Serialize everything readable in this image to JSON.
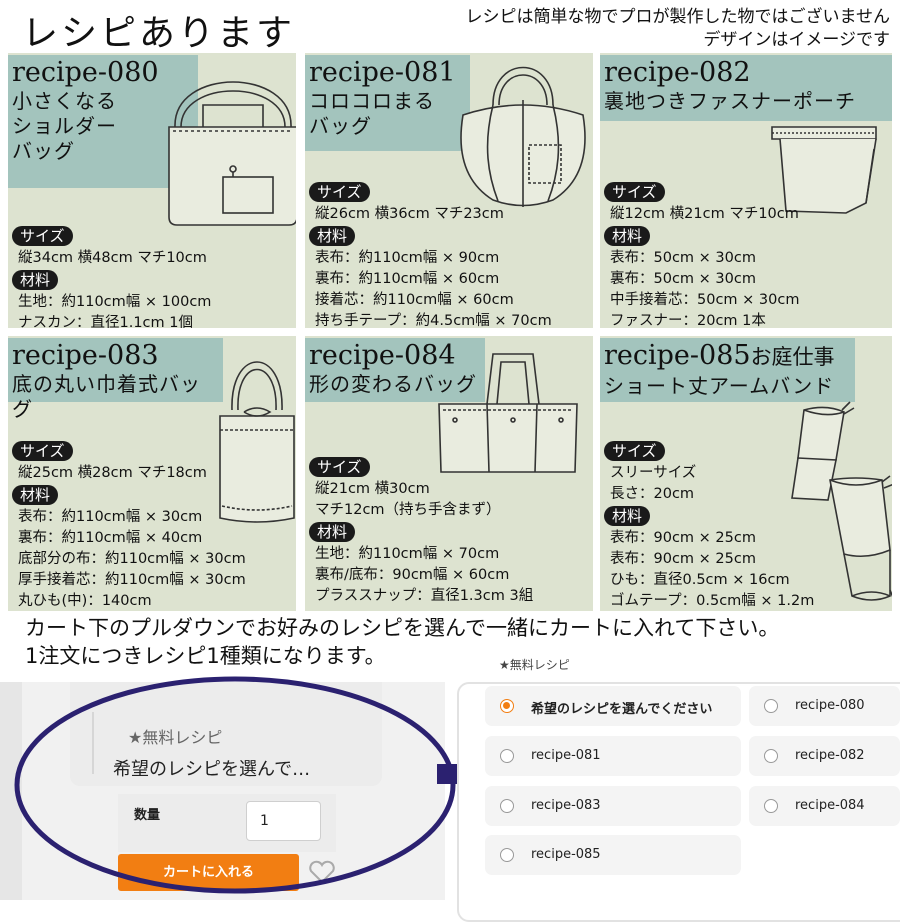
{
  "header": {
    "title": "レシピあります",
    "note_line1": "レシピは簡単な物でプロが製作した物ではございません",
    "note_line2": "デザインはイメージです"
  },
  "recipes": [
    {
      "code": "recipe-080",
      "name_lines": [
        "小さくなる",
        "ショルダー",
        "バッグ"
      ],
      "size_label": "サイズ",
      "size_lines": [
        "縦34cm 横48cm マチ10cm"
      ],
      "material_label": "材料",
      "material_lines": [
        "生地：約110cm幅 × 100cm",
        "ナスカン：直径1.1cm 1個"
      ]
    },
    {
      "code": "recipe-081",
      "name_lines": [
        "コロコロまる",
        "バッグ"
      ],
      "size_label": "サイズ",
      "size_lines": [
        "縦26cm 横36cm マチ23cm"
      ],
      "material_label": "材料",
      "material_lines": [
        "表布：約110cm幅 × 90cm",
        "裏布：約110cm幅 × 60cm",
        "接着芯：約110cm幅 × 60cm",
        "持ち手テープ：約4.5cm幅 × 70cm"
      ]
    },
    {
      "code": "recipe-082",
      "name_lines": [
        "裏地つきファスナーポーチ"
      ],
      "size_label": "サイズ",
      "size_lines": [
        "縦12cm 横21cm マチ10cm"
      ],
      "material_label": "材料",
      "material_lines": [
        "表布：50cm × 30cm",
        "裏布：50cm × 30cm",
        "中手接着芯：50cm × 30cm",
        "ファスナー：20cm 1本"
      ]
    },
    {
      "code": "recipe-083",
      "name_lines": [
        "底の丸い巾着式バッグ"
      ],
      "size_label": "サイズ",
      "size_lines": [
        "縦25cm 横28cm マチ18cm"
      ],
      "material_label": "材料",
      "material_lines": [
        "表布：約110cm幅 × 30cm",
        "裏布：約110cm幅 × 40cm",
        "底部分の布：約110cm幅 × 30cm",
        "厚手接着芯：約110cm幅 × 30cm",
        "丸ひも(中)：140cm"
      ]
    },
    {
      "code": "recipe-084",
      "name_lines": [
        "形の変わるバッグ"
      ],
      "size_label": "サイズ",
      "size_lines": [
        "縦21cm 横30cm",
        "マチ12cm（持ち手含まず）"
      ],
      "material_label": "材料",
      "material_lines": [
        "生地：約110cm幅 × 70cm",
        "裏布/底布：90cm幅 × 60cm",
        "プラススナップ：直径1.3cm 3組"
      ]
    },
    {
      "code": "recipe-085",
      "code_suffix": "お庭仕事",
      "name_lines": [
        "ショート丈アームバンド"
      ],
      "size_label": "サイズ",
      "size_lines": [
        "スリーサイズ",
        "長さ：20cm"
      ],
      "material_label": "材料",
      "material_lines": [
        "表布：90cm × 25cm",
        "表布：90cm × 25cm",
        "ひも：直径0.5cm × 16cm",
        "ゴムテープ：0.5cm幅 × 1.2m"
      ]
    }
  ],
  "instructions": {
    "line1": "カート下のプルダウンでお好みのレシピを選んで一緒にカートに入れて下さい。",
    "line2": "1注文につきレシピ1種類になります。"
  },
  "cart_panel": {
    "label": "★無料レシピ",
    "value": "希望のレシピを選んで…",
    "qty_label": "数量",
    "qty_value": "1",
    "cart_button": "カートに入れる"
  },
  "options_panel": {
    "label": "★無料レシピ",
    "options": [
      {
        "label": "希望のレシピを選んでください",
        "selected": true
      },
      {
        "label": "recipe-080",
        "selected": false
      },
      {
        "label": "recipe-081",
        "selected": false
      },
      {
        "label": "recipe-082",
        "selected": false
      },
      {
        "label": "recipe-083",
        "selected": false
      },
      {
        "label": "recipe-084",
        "selected": false
      },
      {
        "label": "recipe-085",
        "selected": false
      }
    ]
  },
  "colors": {
    "card_bg": "#dde3d0",
    "title_bg": "#a3c4bd",
    "accent": "#f27e12",
    "ellipse": "#2b2170"
  }
}
